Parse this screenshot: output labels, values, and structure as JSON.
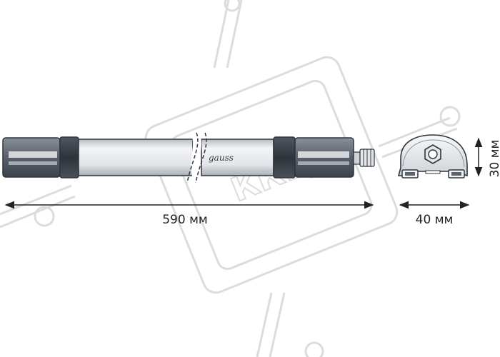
{
  "product": {
    "brand": "gauss"
  },
  "dimensions": {
    "length": "590 мм",
    "width": "40 мм",
    "height": "30 мм"
  },
  "watermark": {
    "text": "ККЦ",
    "color": "#d9d9d9"
  },
  "colors": {
    "body_dark": "#5c636e",
    "body_light": "#e9eaed",
    "outline": "#2f343b",
    "dimension_line": "#222222"
  }
}
